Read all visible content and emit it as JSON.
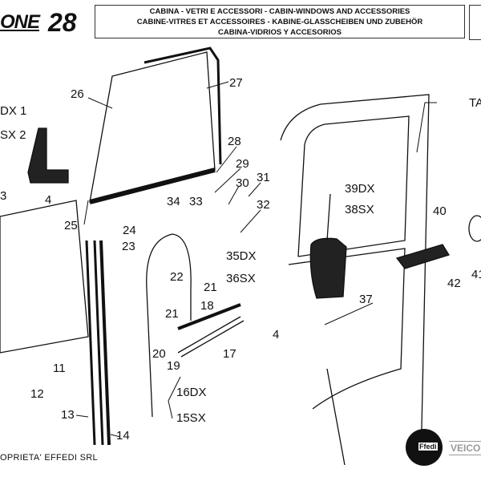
{
  "header": {
    "brand": "ONE",
    "page_number": "28",
    "title_lines": [
      "CABINA - VETRI E ACCESSORI - CABIN-WINDOWS AND ACCESSORIES",
      "CABINE-VITRES ET ACCESSOIRES - KABINE-GLASSCHEIBEN UND ZUBEHÖR",
      "CABINA-VIDRIOS Y ACCESORIOS"
    ]
  },
  "callouts": [
    "DX 1",
    "SX 2",
    "3",
    "4",
    "26",
    "27",
    "28",
    "29",
    "30",
    "31",
    "32",
    "33",
    "34",
    "24",
    "25",
    "23",
    "22",
    "21",
    "21",
    "18",
    "35DX",
    "36SX",
    "39DX",
    "38SX",
    "40",
    "42",
    "41",
    "TA",
    "37",
    "4",
    "20",
    "19",
    "17",
    "11",
    "12",
    "13",
    "14",
    "16DX",
    "15SX"
  ],
  "footer": {
    "copyright": "OPRIETA' EFFEDI SRL",
    "logo_text": "Ffedi",
    "veico": "VEICO"
  }
}
